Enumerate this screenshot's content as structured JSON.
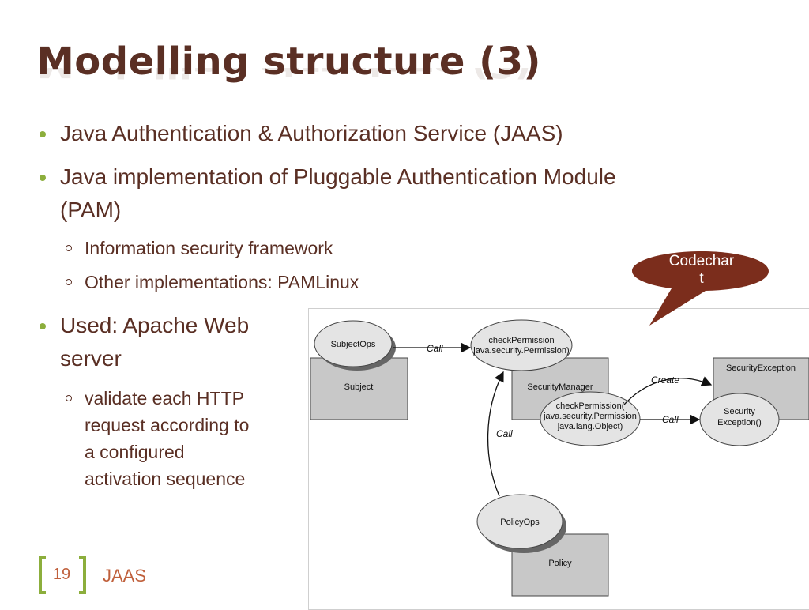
{
  "slide": {
    "title": "Modelling structure (3)",
    "bullets": [
      {
        "text": "Java Authentication & Authorization Service (JAAS)"
      },
      {
        "text_line1": "Java implementation of Pluggable Authentication Module",
        "text_line2": "(PAM)"
      },
      {
        "text_line1": "Used: Apache Web",
        "text_line2": "server"
      }
    ],
    "sub_bullets": [
      "Information security framework",
      "Other implementations: PAMLinux"
    ],
    "sub_bullet_validate": [
      "validate each HTTP",
      "request according to",
      "a configured",
      "activation sequence"
    ]
  },
  "callout": {
    "line1": "Codechar",
    "line2": "t",
    "color": "#7b2d1c"
  },
  "diagram": {
    "boxes": {
      "subject": "Subject",
      "security_manager": "SecurityManager",
      "security_exception": "SecurityException",
      "policy": "Policy"
    },
    "ovals": {
      "subject_ops": "SubjectOps",
      "check_permission_1a": "checkPermission",
      "check_permission_1b": "java.security.Permission)",
      "check_permission_2a": "checkPermission(",
      "check_permission_2b": "java.security.Permission",
      "check_permission_2c": "java.lang.Object)",
      "security_exc_a": "Security",
      "security_exc_b": "Exception()",
      "policy_ops": "PolicyOps"
    },
    "arrows": {
      "call1": "Call",
      "call2": "Call",
      "call3": "Call",
      "create": "Create"
    }
  },
  "footer": {
    "page": "19",
    "label": "JAAS",
    "accent": "#8cae3c"
  }
}
